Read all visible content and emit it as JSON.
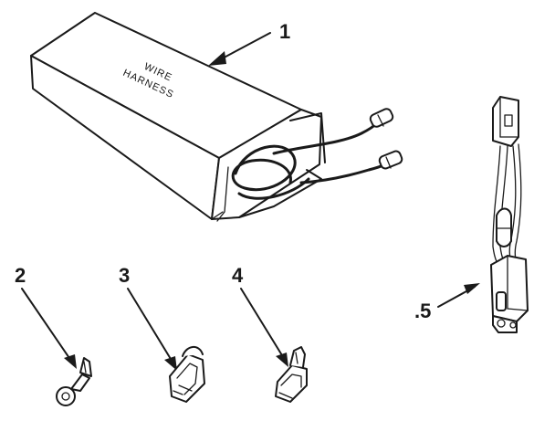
{
  "box": {
    "label_line1": "WIRE",
    "label_line2": "HARNESS"
  },
  "callouts": {
    "c1": "1",
    "c2": "2",
    "c3": "3",
    "c4": "4",
    "c5": ".5"
  },
  "colors": {
    "ink": "#1a1a1a",
    "background": "#ffffff"
  }
}
